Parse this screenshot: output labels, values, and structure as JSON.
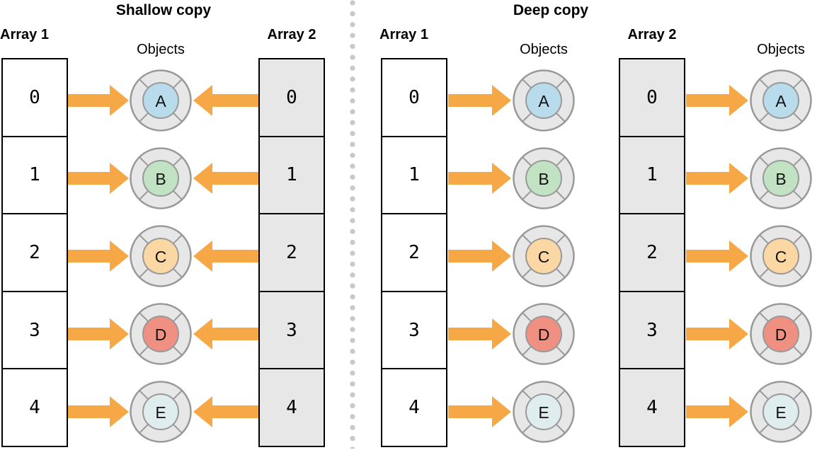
{
  "shallow": {
    "title": "Shallow copy",
    "array1_label": "Array 1",
    "array2_label": "Array 2",
    "objects_label": "Objects"
  },
  "deep": {
    "title": "Deep copy",
    "array1_label": "Array 1",
    "array2_label": "Array 2",
    "objects_label_1": "Objects",
    "objects_label_2": "Objects"
  },
  "cells": [
    "0",
    "1",
    "2",
    "3",
    "4"
  ],
  "objects": [
    {
      "letter": "A",
      "color": "#B8DCEC"
    },
    {
      "letter": "B",
      "color": "#C2E3C3"
    },
    {
      "letter": "C",
      "color": "#FBD7A4"
    },
    {
      "letter": "D",
      "color": "#EF9082"
    },
    {
      "letter": "E",
      "color": "#DFEDEE"
    }
  ],
  "colors": {
    "arrow": "#F5A845",
    "array2_fill": "#E7E7E7",
    "icon_outer_fill": "#E7E7E7",
    "icon_stroke": "#999999",
    "cell_border": "#000000",
    "divider_dot": "#C8C8C8"
  }
}
